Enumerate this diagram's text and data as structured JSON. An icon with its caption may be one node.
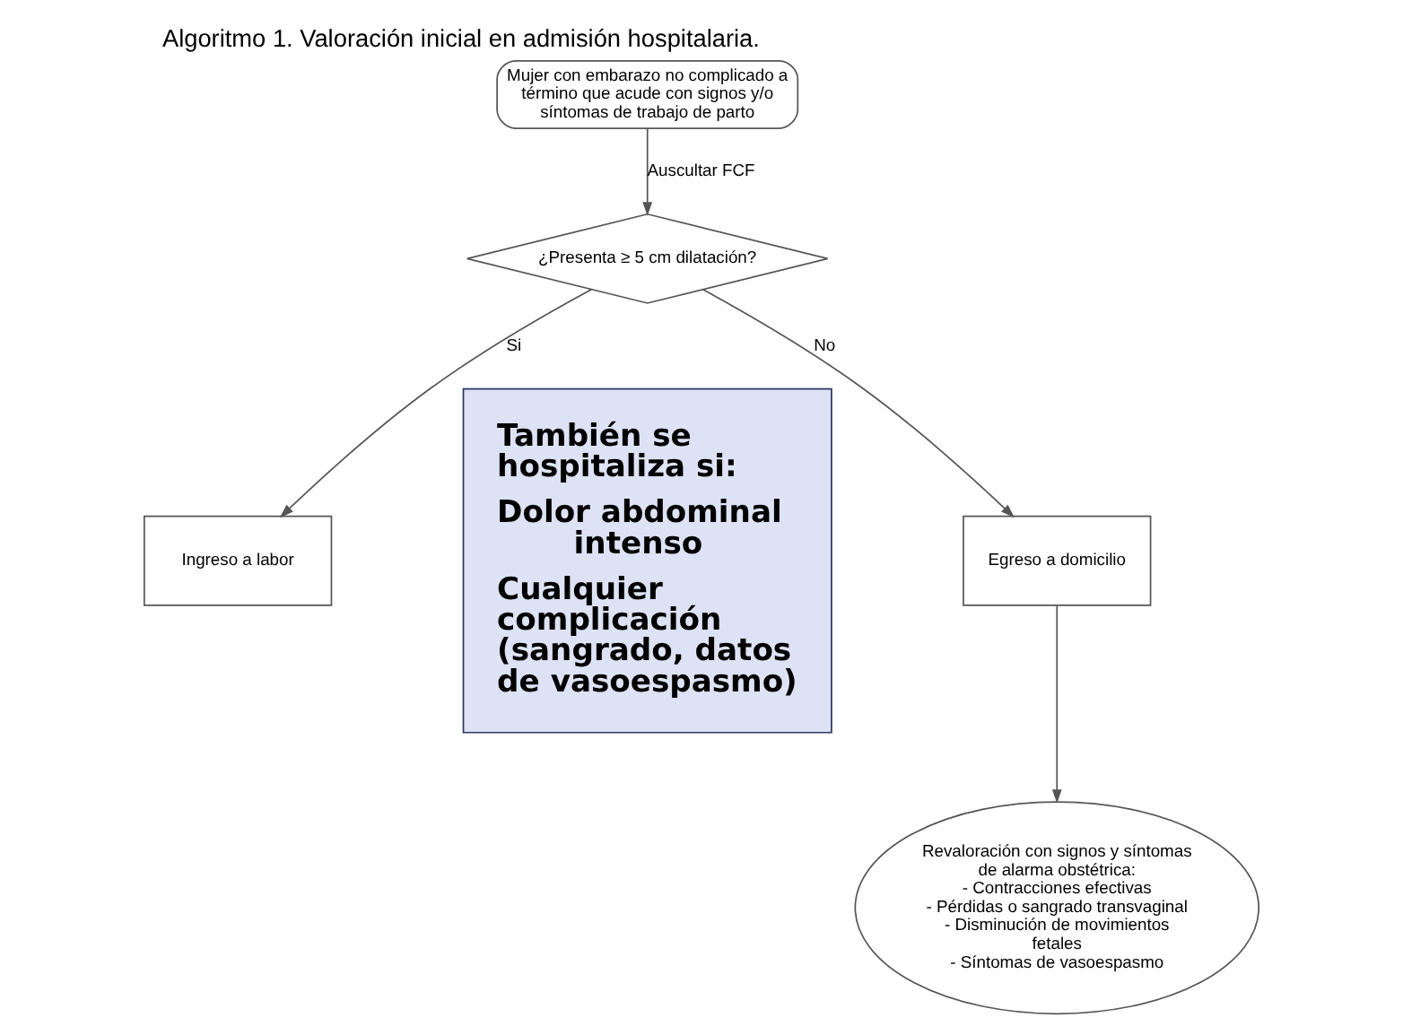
{
  "diagram": {
    "title": "Algoritmo 1. Valoración inicial en admisión hospitalaria.",
    "nodes": [
      {
        "text": [
          "Mujer con embarazo no complicado a término que acude con signos y/o síntomas de trabajo de parto"
        ]
      },
      {
        "text": [
          "¿Presenta ≥ 5 cm dilatación?"
        ]
      },
      {
        "text": [
          "Ingreso a labor"
        ]
      },
      {
        "text": [
          "Egreso a domicilio"
        ]
      },
      {
        "text": [
          "Revaloración con signos y síntomas de alarma obstétrica:",
          "- Contracciones efectivas",
          "- Pérdidas o sangrado transvaginal",
          "- Disminución de movimientos fetales",
          "- Síntomas de vasoespasmo"
        ]
      },
      {
        "text": [
          "También se hospitaliza si:",
          "Dolor abdominal intenso",
          "Cualquier complicación (sangrado, datos de vasoespasmo)"
        ]
      }
    ],
    "edges": [
      {
        "from": 0,
        "to": 1,
        "arrow": "to",
        "label": "Auscultar FCF"
      },
      {
        "from": 1,
        "to": 2,
        "arrow": "to",
        "label": "Si"
      },
      {
        "from": 1,
        "to": 3,
        "arrow": "to",
        "label": "No"
      },
      {
        "from": 3,
        "to": 4,
        "arrow": "to"
      }
    ]
  }
}
